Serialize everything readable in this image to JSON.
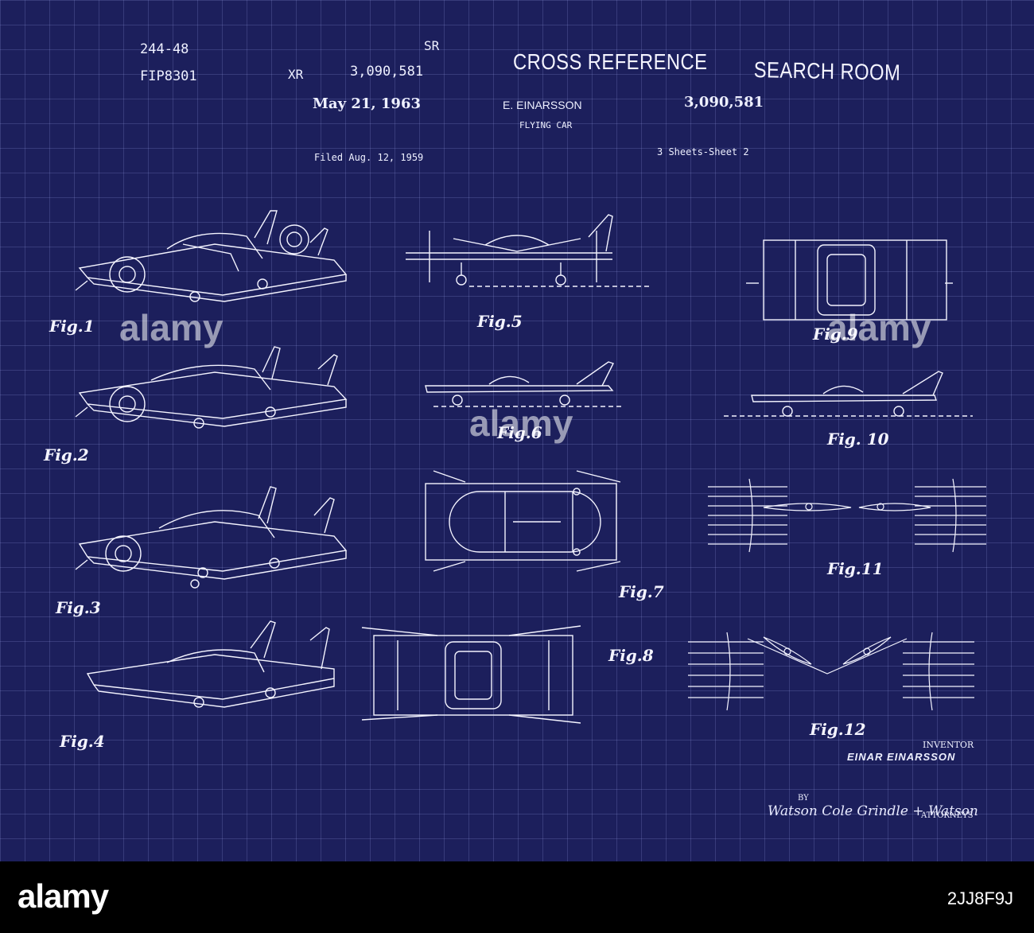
{
  "header": {
    "code_1": "244-48",
    "code_2": "FIP8301",
    "sr": "SR",
    "xr": "XR",
    "xr_number": "3,090,581",
    "stamp_cross": "CROSS REFERENCE",
    "stamp_search": "SEARCH ROOM",
    "date": "May 21, 1963",
    "inventor_top": "E. EINARSSON",
    "patent_number": "3,090,581",
    "title": "FLYING CAR",
    "filed": "Filed Aug. 12, 1959",
    "sheets": "3 Sheets-Sheet 2"
  },
  "figures": [
    {
      "label": "Fig.1"
    },
    {
      "label": "Fig.2"
    },
    {
      "label": "Fig.3"
    },
    {
      "label": "Fig.4"
    },
    {
      "label": "Fig.5"
    },
    {
      "label": "Fig.6"
    },
    {
      "label": "Fig.7"
    },
    {
      "label": "Fig.8"
    },
    {
      "label": "Fig.9"
    },
    {
      "label": "Fig. 10"
    },
    {
      "label": "Fig.11"
    },
    {
      "label": "Fig.12"
    }
  ],
  "signature": {
    "inventor_caption": "INVENTOR",
    "inventor_name": "EINAR EINARSSON",
    "by": "BY",
    "attorney_signature": "Watson Cole Grindle + Watson",
    "attorneys": "ATTORNEYS"
  },
  "watermark": "alamy",
  "footer": {
    "logo": "alamy",
    "image_id": "2JJ8F9J"
  },
  "colors": {
    "background": "#1c1f5c",
    "line": "#f4f4ff"
  }
}
